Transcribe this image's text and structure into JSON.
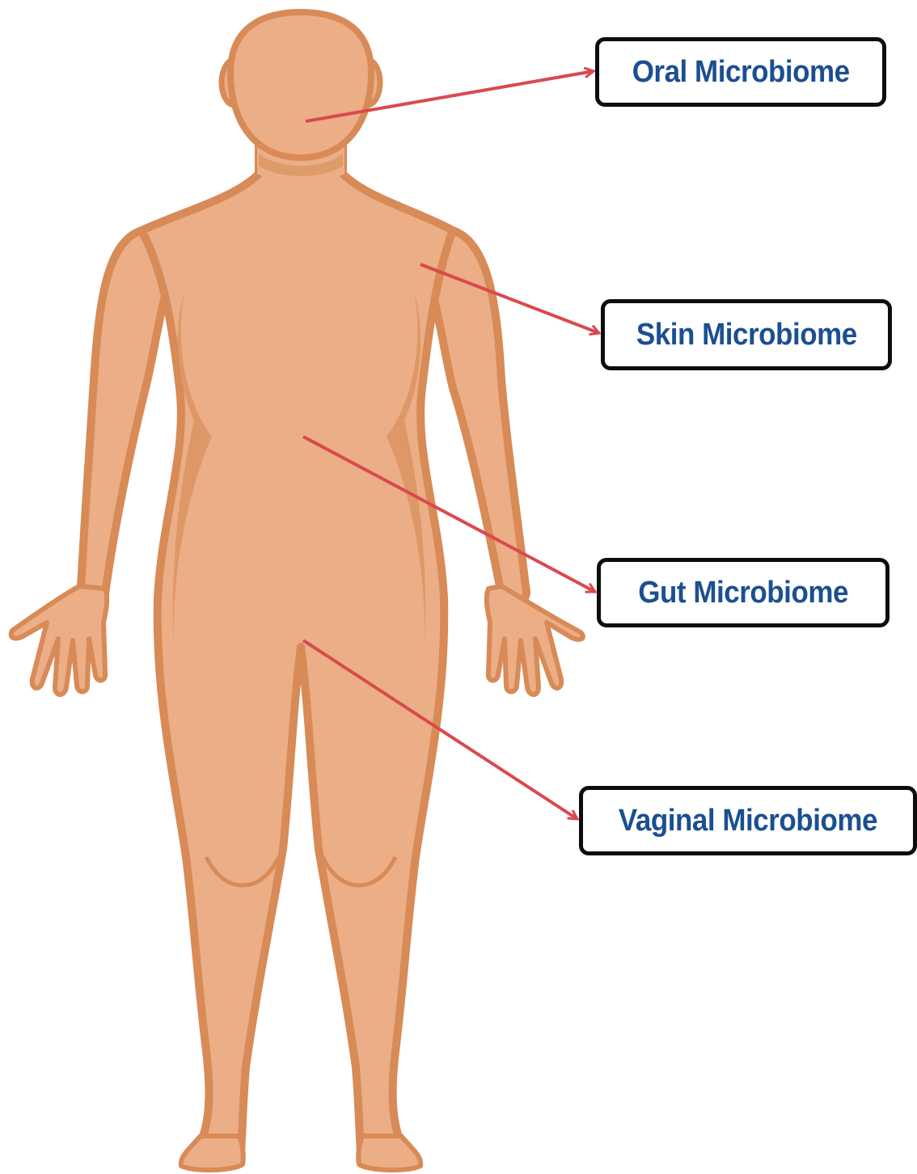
{
  "colors": {
    "skin_fill": "#ebae86",
    "skin_shadow": "#dd9664",
    "skin_outline": "#d88a57",
    "arrow": "#d9494e",
    "label_text": "#1b4f91",
    "label_border": "#0d0d0d"
  },
  "labels": {
    "oral": "Oral Microbiome",
    "skin": "Skin Microbiome",
    "gut": "Gut Microbiome",
    "vaginal": "Vaginal Microbiome"
  }
}
